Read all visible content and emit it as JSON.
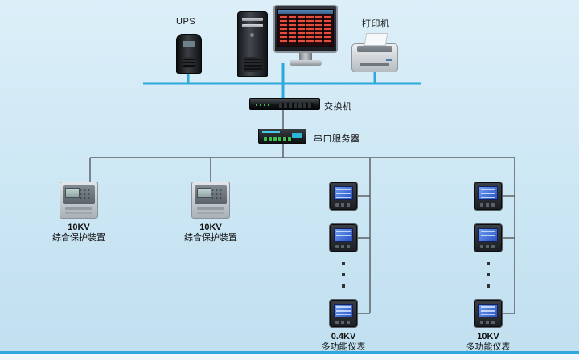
{
  "devices": {
    "ups": {
      "label": "UPS"
    },
    "printer": {
      "label": "打印机"
    },
    "switch": {
      "label": "交换机"
    },
    "serial_server": {
      "label": "串口服务器"
    },
    "protection_devices": [
      {
        "kv": "10KV",
        "name": "综合保护装置"
      },
      {
        "kv": "10KV",
        "name": "综合保护装置"
      }
    ],
    "meter_columns": [
      {
        "kv": "0.4KV",
        "name": "多功能仪表",
        "visible_meters": 3,
        "has_ellipsis": true
      },
      {
        "kv": "10KV",
        "name": "多功能仪表",
        "visible_meters": 3,
        "has_ellipsis": true
      }
    ]
  },
  "colors": {
    "background": "#cde7f4",
    "ethernet_line": "#2fa8dd",
    "serial_line": "#5c6064",
    "meter_screen": "#3c64cc",
    "text": "#141414"
  }
}
